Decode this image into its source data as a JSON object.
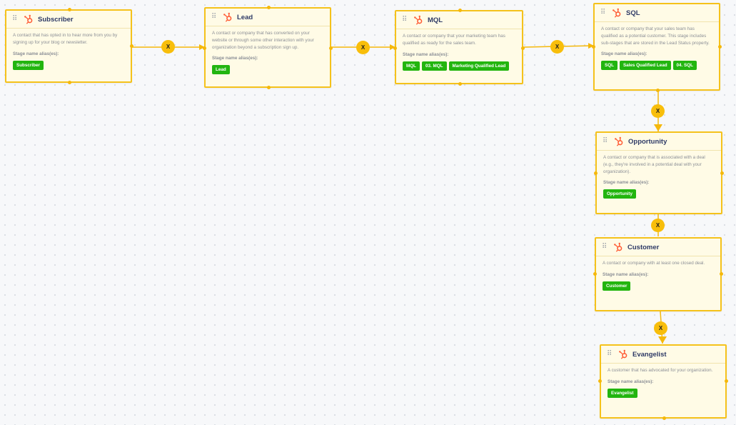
{
  "nodes": {
    "subscriber": {
      "title": "Subscriber",
      "description": "A contact that has opted in to hear more from you by signing up for your blog or newsletter.",
      "alias_label": "Stage name alias(es):",
      "aliases": [
        "Subscriber"
      ]
    },
    "lead": {
      "title": "Lead",
      "description": "A contact or company that has converted on your website or through some other interaction with your organization beyond a subscription sign up.",
      "alias_label": "Stage name alias(es):",
      "aliases": [
        "Lead"
      ]
    },
    "mql": {
      "title": "MQL",
      "description": "A contact or company that your marketing team has qualified as ready for the sales team.",
      "alias_label": "Stage name alias(es):",
      "aliases": [
        "MQL",
        "03. MQL",
        "Marketing Qualified Lead"
      ]
    },
    "sql": {
      "title": "SQL",
      "description": "A contact or company that your sales team has qualified as a potential customer. This stage includes sub-stages that are stored in the Lead Status property.",
      "alias_label": "Stage name alias(es):",
      "aliases": [
        "SQL",
        "Sales Qualified Lead",
        "04. SQL"
      ]
    },
    "opportunity": {
      "title": "Opportunity",
      "description": "A contact or company that is associated with a deal (e.g., they're involved in a potential deal with your organization).",
      "alias_label": "Stage name alias(es):",
      "aliases": [
        "Opportunity"
      ]
    },
    "customer": {
      "title": "Customer",
      "description": "A contact or company with at least one closed deal.",
      "alias_label": "Stage name alias(es):",
      "aliases": [
        "Customer"
      ]
    },
    "evangelist": {
      "title": "Evangelist",
      "description": "A customer that has advocated for your organization.",
      "alias_label": "Stage name alias(es):",
      "aliases": [
        "Evangelist"
      ]
    }
  },
  "edge_label": "X",
  "icons": {
    "node": "hubspot-sprocket-icon",
    "drag": "drag-handle-icon"
  },
  "colors": {
    "border": "#f5c21b",
    "card_bg": "#fffbe6",
    "chip": "#22b50f",
    "edge": "#f5b80b",
    "title": "#2e3a66"
  }
}
